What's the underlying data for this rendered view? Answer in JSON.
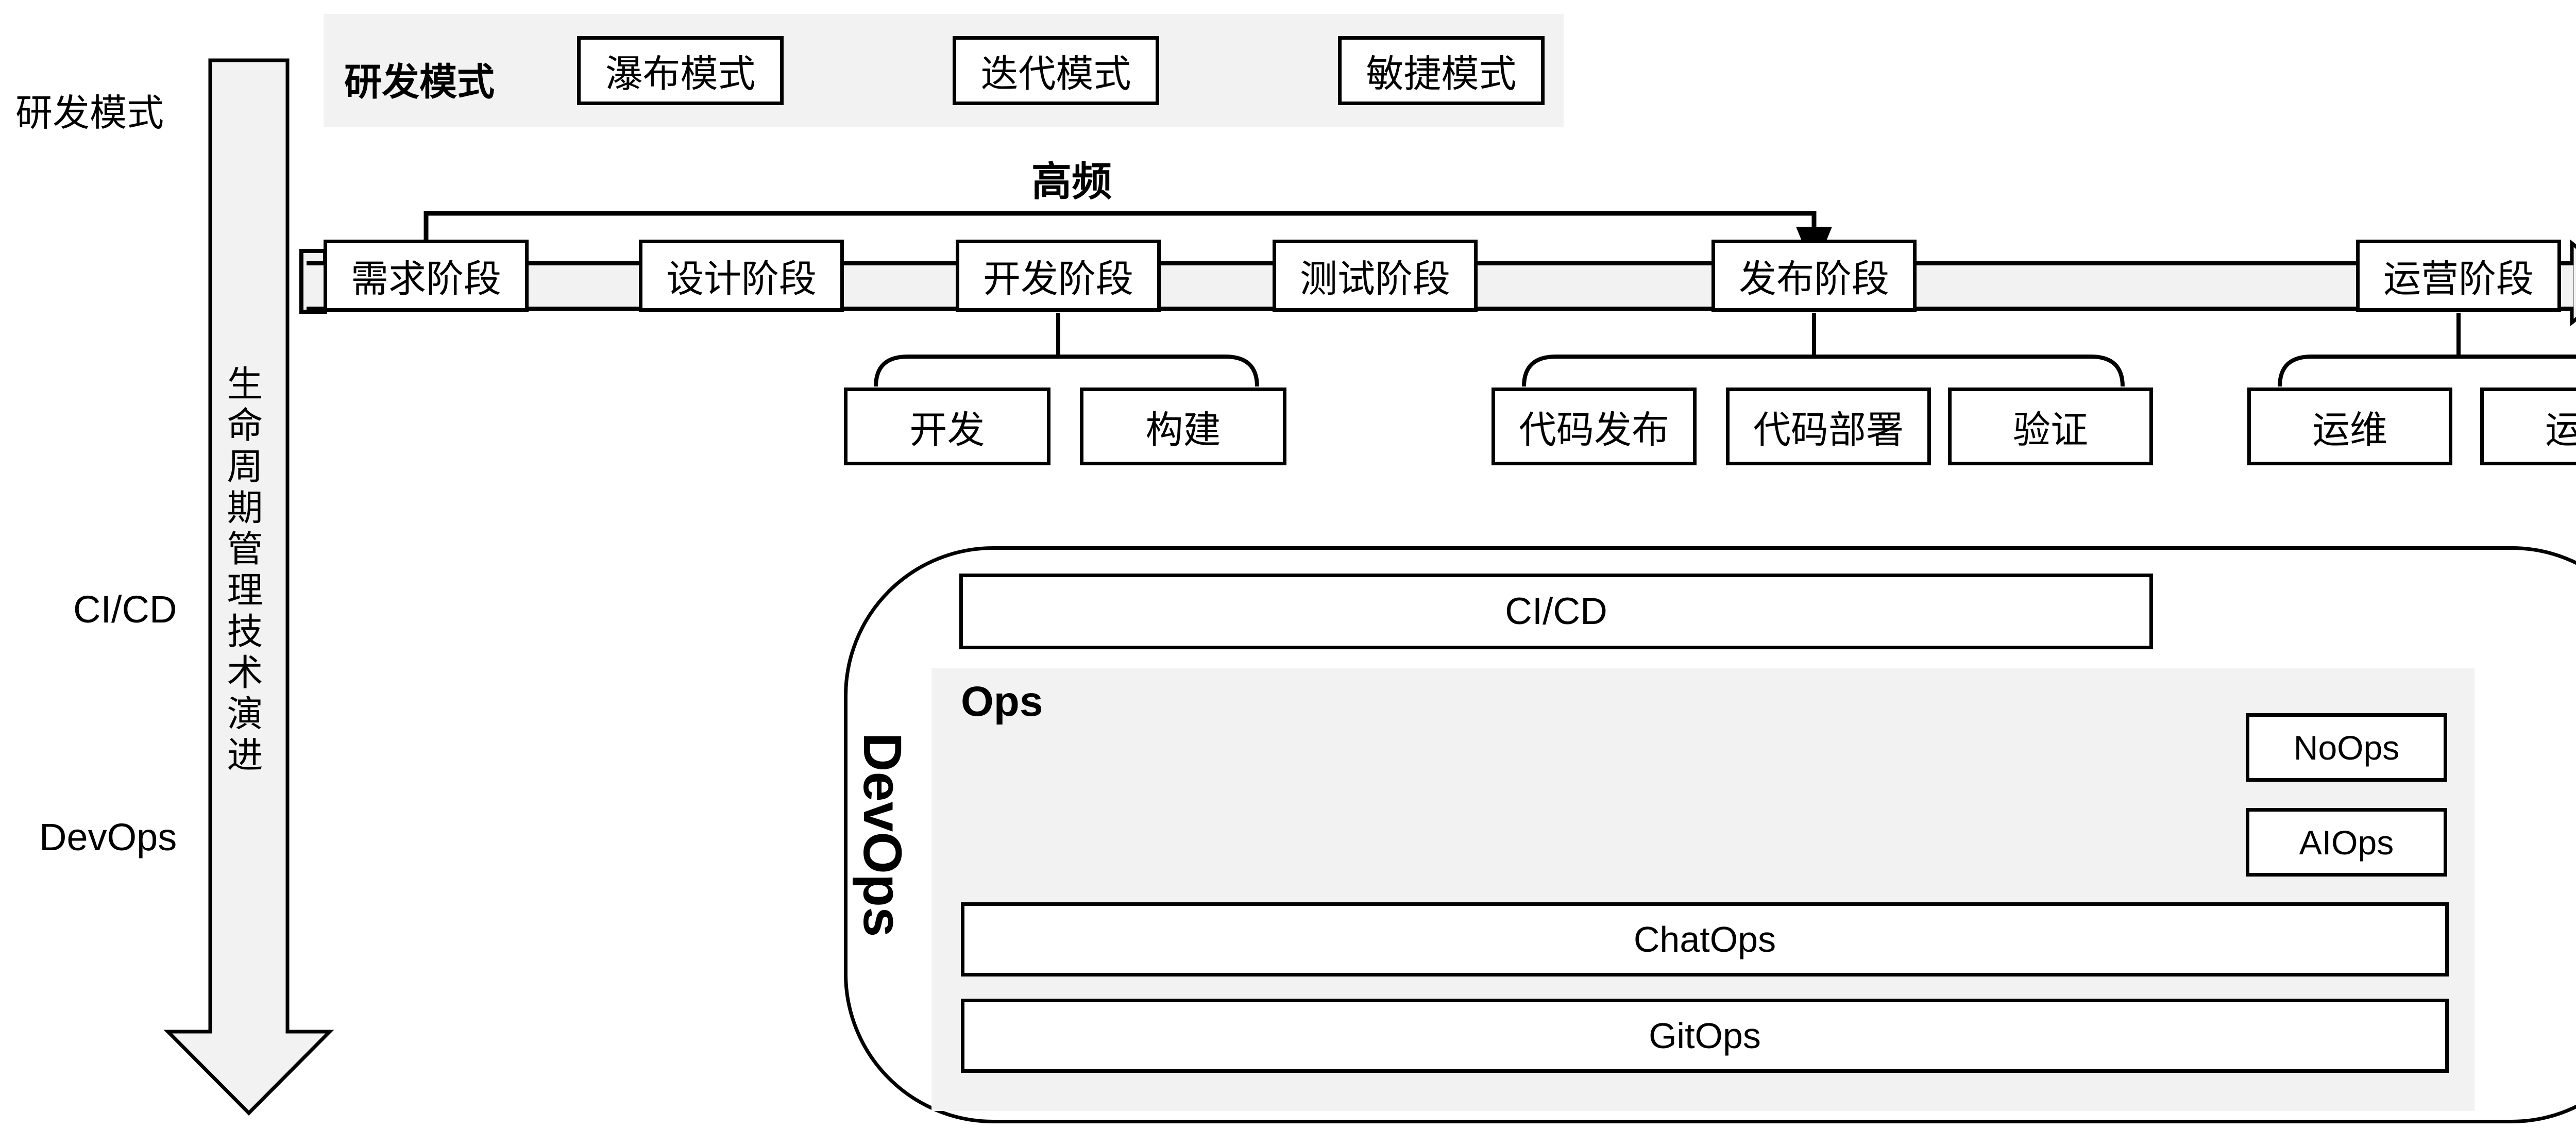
{
  "colors": {
    "panel": "#f2f2f2",
    "stroke": "#000000",
    "background": "#ffffff"
  },
  "left_rail": {
    "rd_mode_label": "研发模式",
    "cicd_label": "CI/CD",
    "devops_label": "DevOps",
    "lifecycle_arrow_text": "生命周期管理技术演进"
  },
  "header": {
    "title": "研发模式",
    "modes": [
      "瀑布模式",
      "迭代模式",
      "敏捷模式"
    ]
  },
  "pipeline": {
    "high_frequency_label": "高频",
    "stages": [
      "需求阶段",
      "设计阶段",
      "开发阶段",
      "测试阶段",
      "发布阶段",
      "运营阶段"
    ],
    "development_activities": [
      "开发",
      "构建"
    ],
    "release_activities": [
      "代码发布",
      "代码部署",
      "验证"
    ],
    "operation_activities": [
      "运维",
      "运营"
    ]
  },
  "devops": {
    "container_label": "DevOps",
    "cicd_label": "CI/CD",
    "ops_label": "Ops",
    "ops_right_items": [
      "NoOps",
      "AIOps"
    ],
    "ops_wide_items": [
      "ChatOps",
      "GitOps"
    ]
  }
}
